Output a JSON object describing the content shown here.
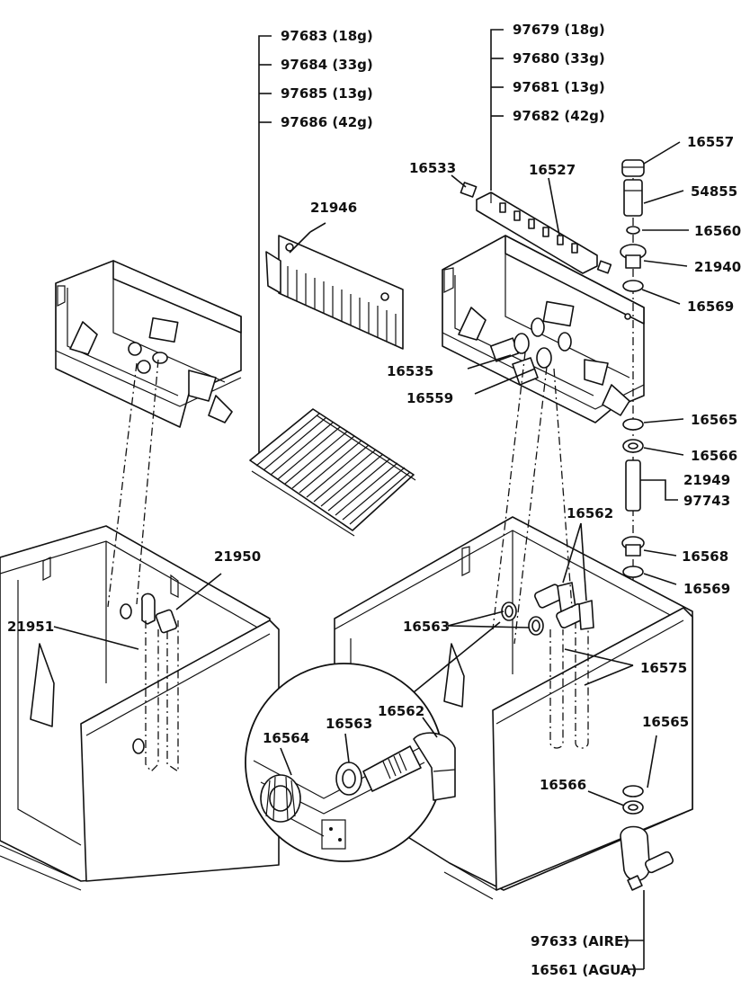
{
  "labels": {
    "p97683": "97683 (18g)",
    "p97684": "97684 (33g)",
    "p97685": "97685 (13g)",
    "p97686": "97686 (42g)",
    "p97679": "97679 (18g)",
    "p97680": "97680 (33g)",
    "p97681": "97681 (13g)",
    "p97682": "97682 (42g)",
    "p16557": "16557",
    "p54855": "54855",
    "p16560": "16560",
    "p21940": "21940",
    "p16569a": "16569",
    "p16533": "16533",
    "p16527": "16527",
    "p21946": "21946",
    "p16535": "16535",
    "p16559": "16559",
    "p16565a": "16565",
    "p16566a": "16566",
    "p21949": "21949",
    "p97743": "97743",
    "p16562a": "16562",
    "p16568": "16568",
    "p16569b": "16569",
    "p21950": "21950",
    "p21951": "21951",
    "p16563a": "16563",
    "p16575": "16575",
    "p16565b": "16565",
    "p16564": "16564",
    "p16563b": "16563",
    "p16562b": "16562",
    "p16566b": "16566",
    "p97633": "97633 (AIRE)",
    "p16561": "16561 (AGUA)"
  }
}
